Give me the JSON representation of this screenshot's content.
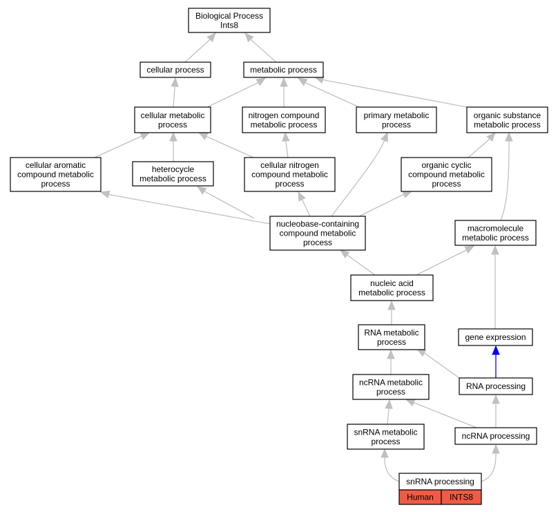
{
  "nodes": {
    "bp": [
      "Biological Process",
      "Ints8"
    ],
    "cp": [
      "cellular process"
    ],
    "mp": [
      "metabolic process"
    ],
    "cmp": [
      "cellular metabolic",
      "process"
    ],
    "ncmp": [
      "nitrogen compound",
      "metabolic process"
    ],
    "pmp": [
      "primary metabolic",
      "process"
    ],
    "osmp": [
      "organic substance",
      "metabolic process"
    ],
    "cacmp": [
      "cellular aromatic",
      "compound metabolic",
      "process"
    ],
    "hmp": [
      "heterocycle",
      "metabolic process"
    ],
    "cncmp": [
      "cellular nitrogen",
      "compound metabolic",
      "process"
    ],
    "occmp": [
      "organic cyclic",
      "compound metabolic",
      "process"
    ],
    "nbccmp": [
      "nucleobase-containing",
      "compound metabolic",
      "process"
    ],
    "macmp": [
      "macromolecule",
      "metabolic process"
    ],
    "namp": [
      "nucleic acid",
      "metabolic process"
    ],
    "rnamp": [
      "RNA metabolic",
      "process"
    ],
    "ge": [
      "gene expression"
    ],
    "ncrnamp": [
      "ncRNA metabolic",
      "process"
    ],
    "rnap": [
      "RNA processing"
    ],
    "snrnamp": [
      "snRNA metabolic",
      "process"
    ],
    "ncrnap": [
      "ncRNA processing"
    ],
    "snrnap": [
      "snRNA processing"
    ]
  },
  "leaf_annotation": {
    "species": "Human",
    "gene": "INTS8"
  },
  "colors": {
    "edge": "#c0c0c0",
    "highlight_edge": "#0000ff",
    "annotation_fill": "#f15a45",
    "node_border": "#000000"
  }
}
